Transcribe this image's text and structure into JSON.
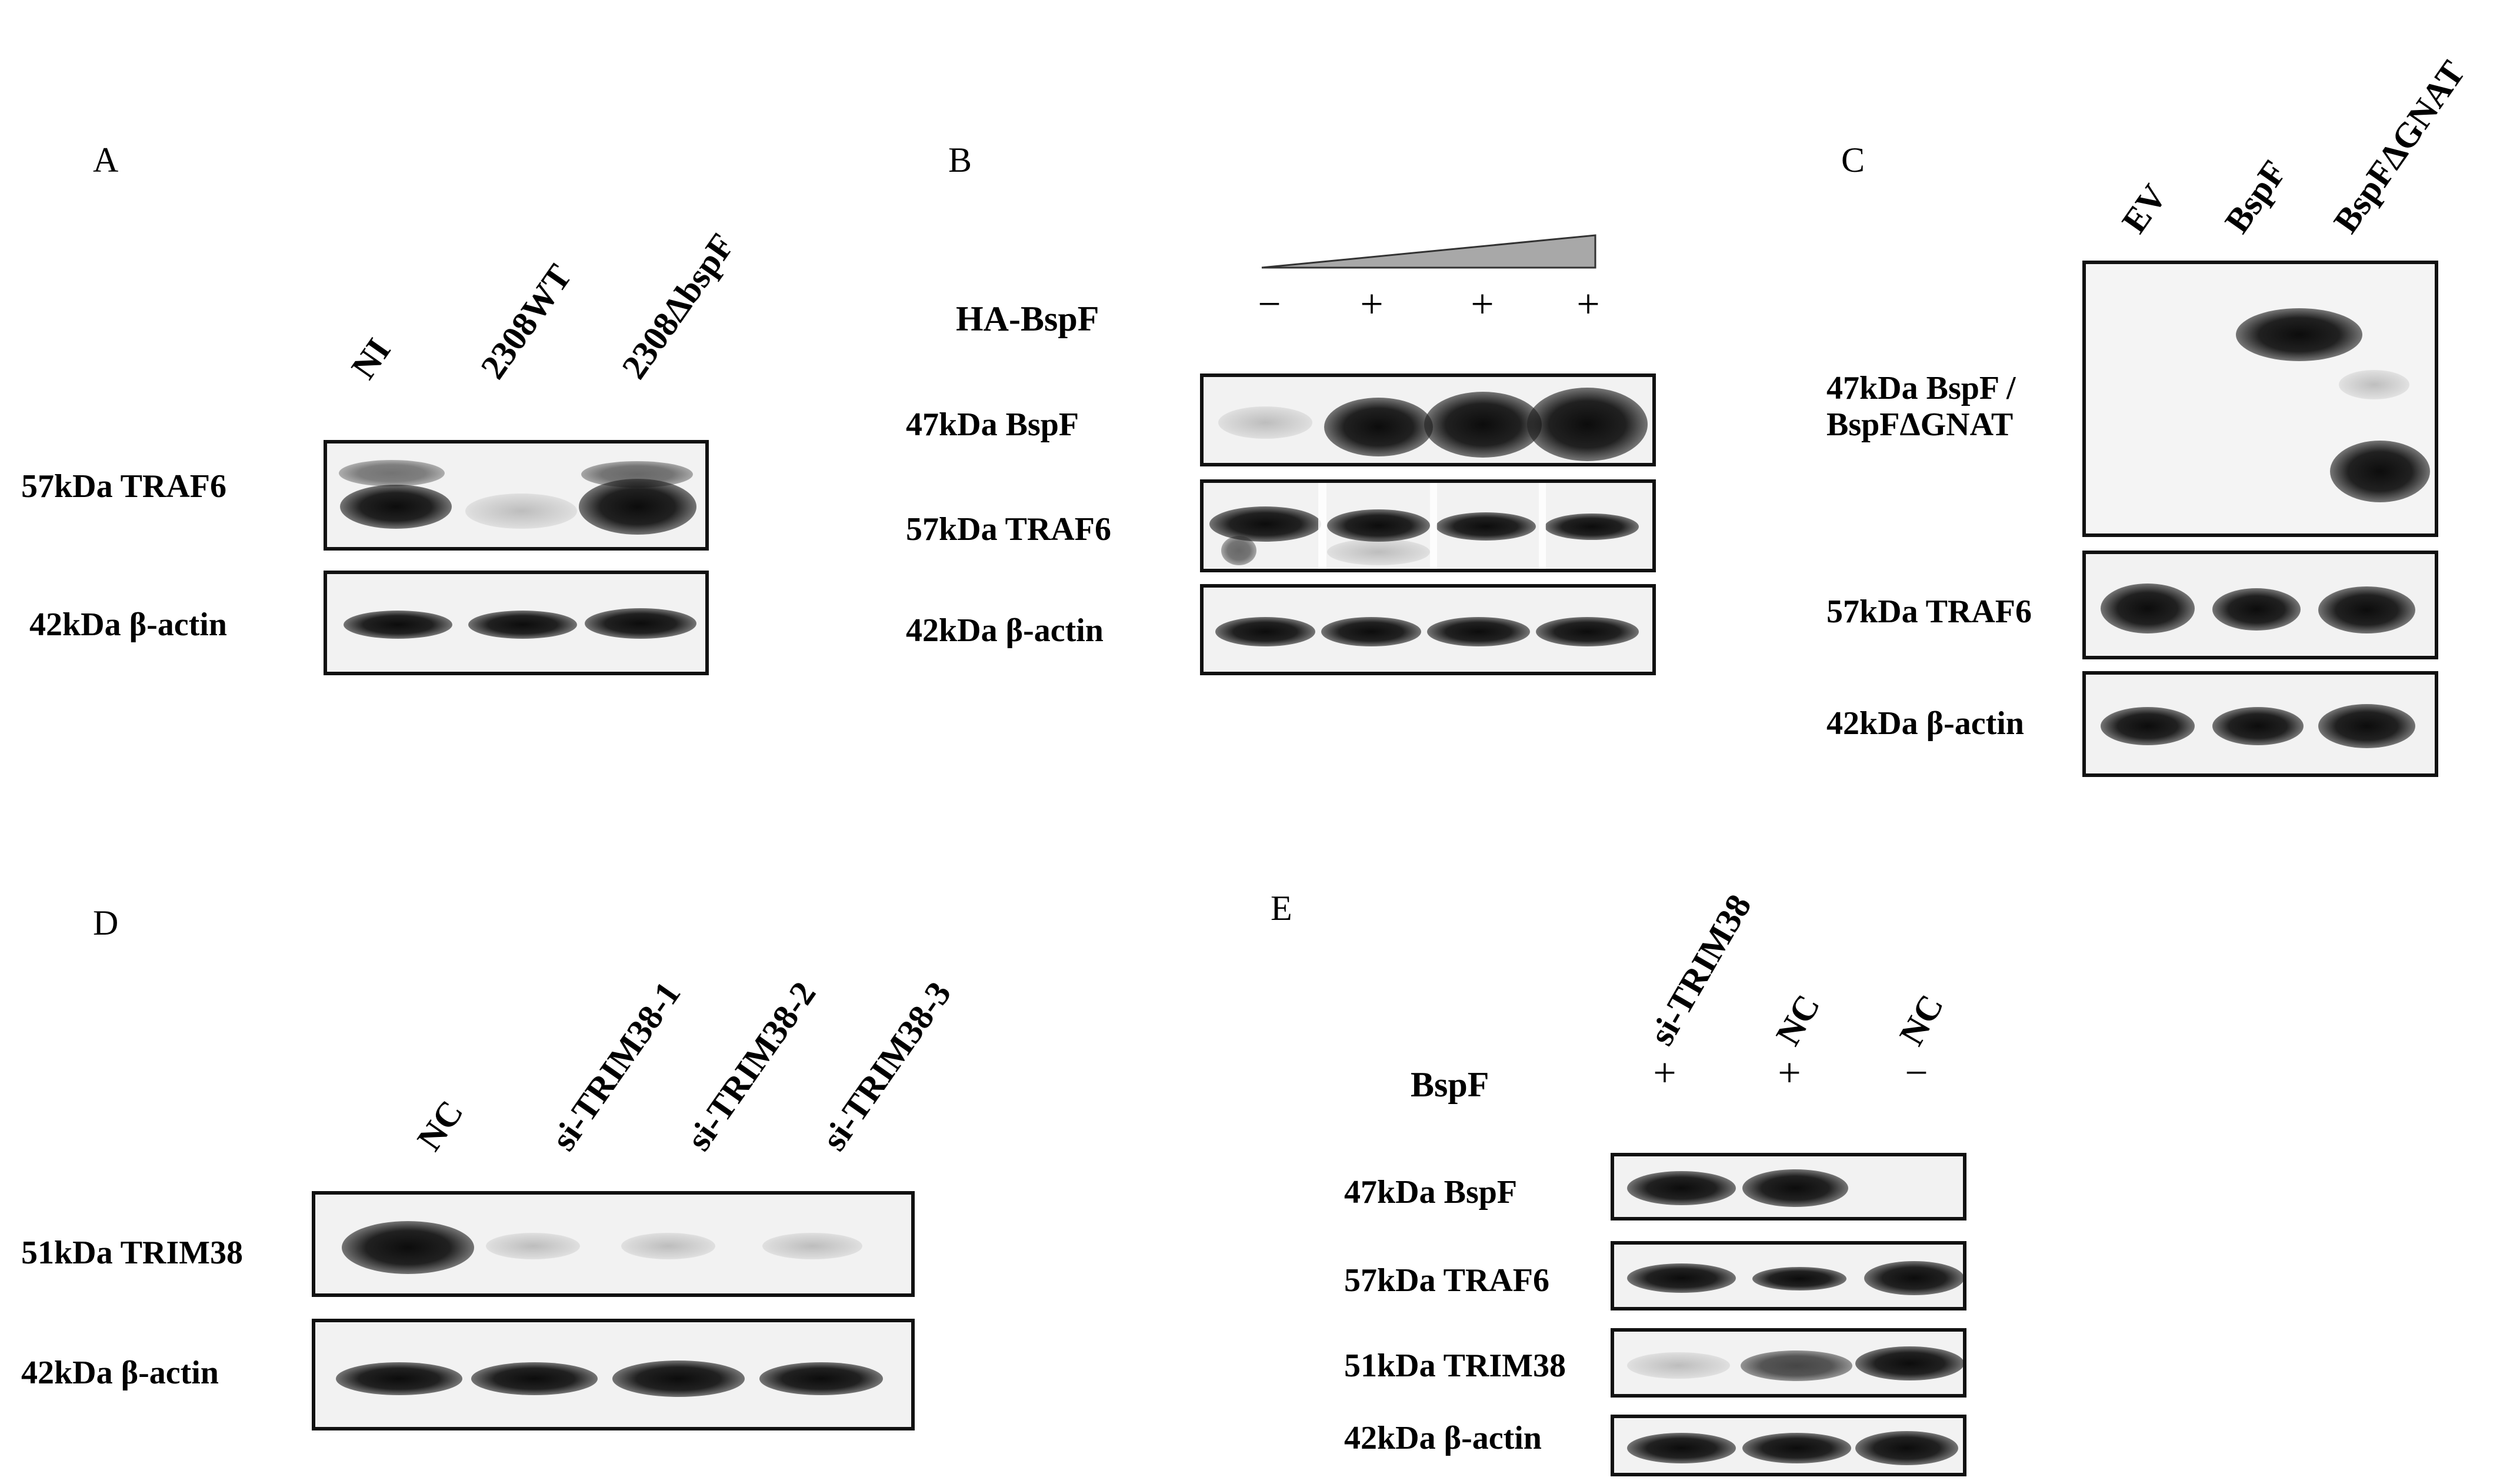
{
  "panels": {
    "A": {
      "letter": "A",
      "lanes": [
        "NI",
        "2308WT",
        "2308ΔbspF"
      ],
      "rows": [
        "57kDa  TRAF6",
        "42kDa  β-actin"
      ]
    },
    "B": {
      "letter": "B",
      "treatment": "HA-BspF",
      "signs": [
        "−",
        "+",
        "+",
        "+"
      ],
      "rows": [
        "47kDa  BspF",
        "57kDa  TRAF6",
        "42kDa  β-actin"
      ]
    },
    "C": {
      "letter": "C",
      "lanes": [
        "EV",
        "BspF",
        "BspFΔGNAT"
      ],
      "rows": [
        "47kDa  BspF /",
        "BspFΔGNAT",
        "57kDa  TRAF6",
        "42kDa  β-actin"
      ]
    },
    "D": {
      "letter": "D",
      "lanes": [
        "NC",
        "si-TRIM38-1",
        "si-TRIM38-2",
        "si-TRIM38-3"
      ],
      "rows": [
        "51kDa  TRIM38",
        "42kDa  β-actin"
      ]
    },
    "E": {
      "letter": "E",
      "lanes": [
        "si-TRIM38",
        "NC",
        "NC"
      ],
      "treatment": "BspF",
      "signs": [
        "+",
        "+",
        "−"
      ],
      "rows": [
        "47kDa  BspF",
        "57kDa  TRAF6",
        "51kDa  TRIM38",
        "42kDa  β-actin"
      ]
    }
  }
}
